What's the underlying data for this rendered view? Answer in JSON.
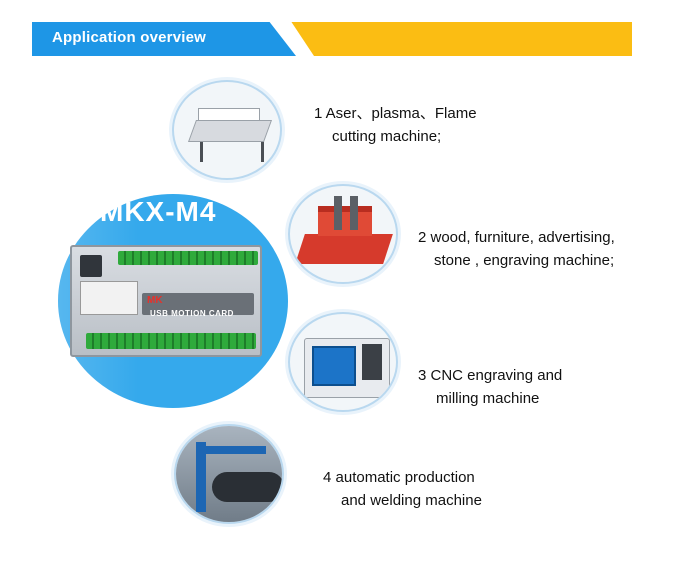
{
  "banner": {
    "title": "Application overview",
    "colors": {
      "blue": "#1e96e6",
      "yellow": "#fbbd13"
    }
  },
  "board": {
    "model": "MKX-M4",
    "logo": "MK",
    "caption": "USB MOTION CARD",
    "circle_color": "#35a9ec"
  },
  "applications": [
    {
      "line1": "1  Aser、plasma、Flame",
      "line2": "cutting machine;"
    },
    {
      "line1": "2  wood, furniture, advertising,",
      "line2": "stone , engraving machine;"
    },
    {
      "line1": "3 CNC engraving and",
      "line2": "milling machine"
    },
    {
      "line1": "4 automatic production",
      "line2": "and welding machine"
    }
  ]
}
